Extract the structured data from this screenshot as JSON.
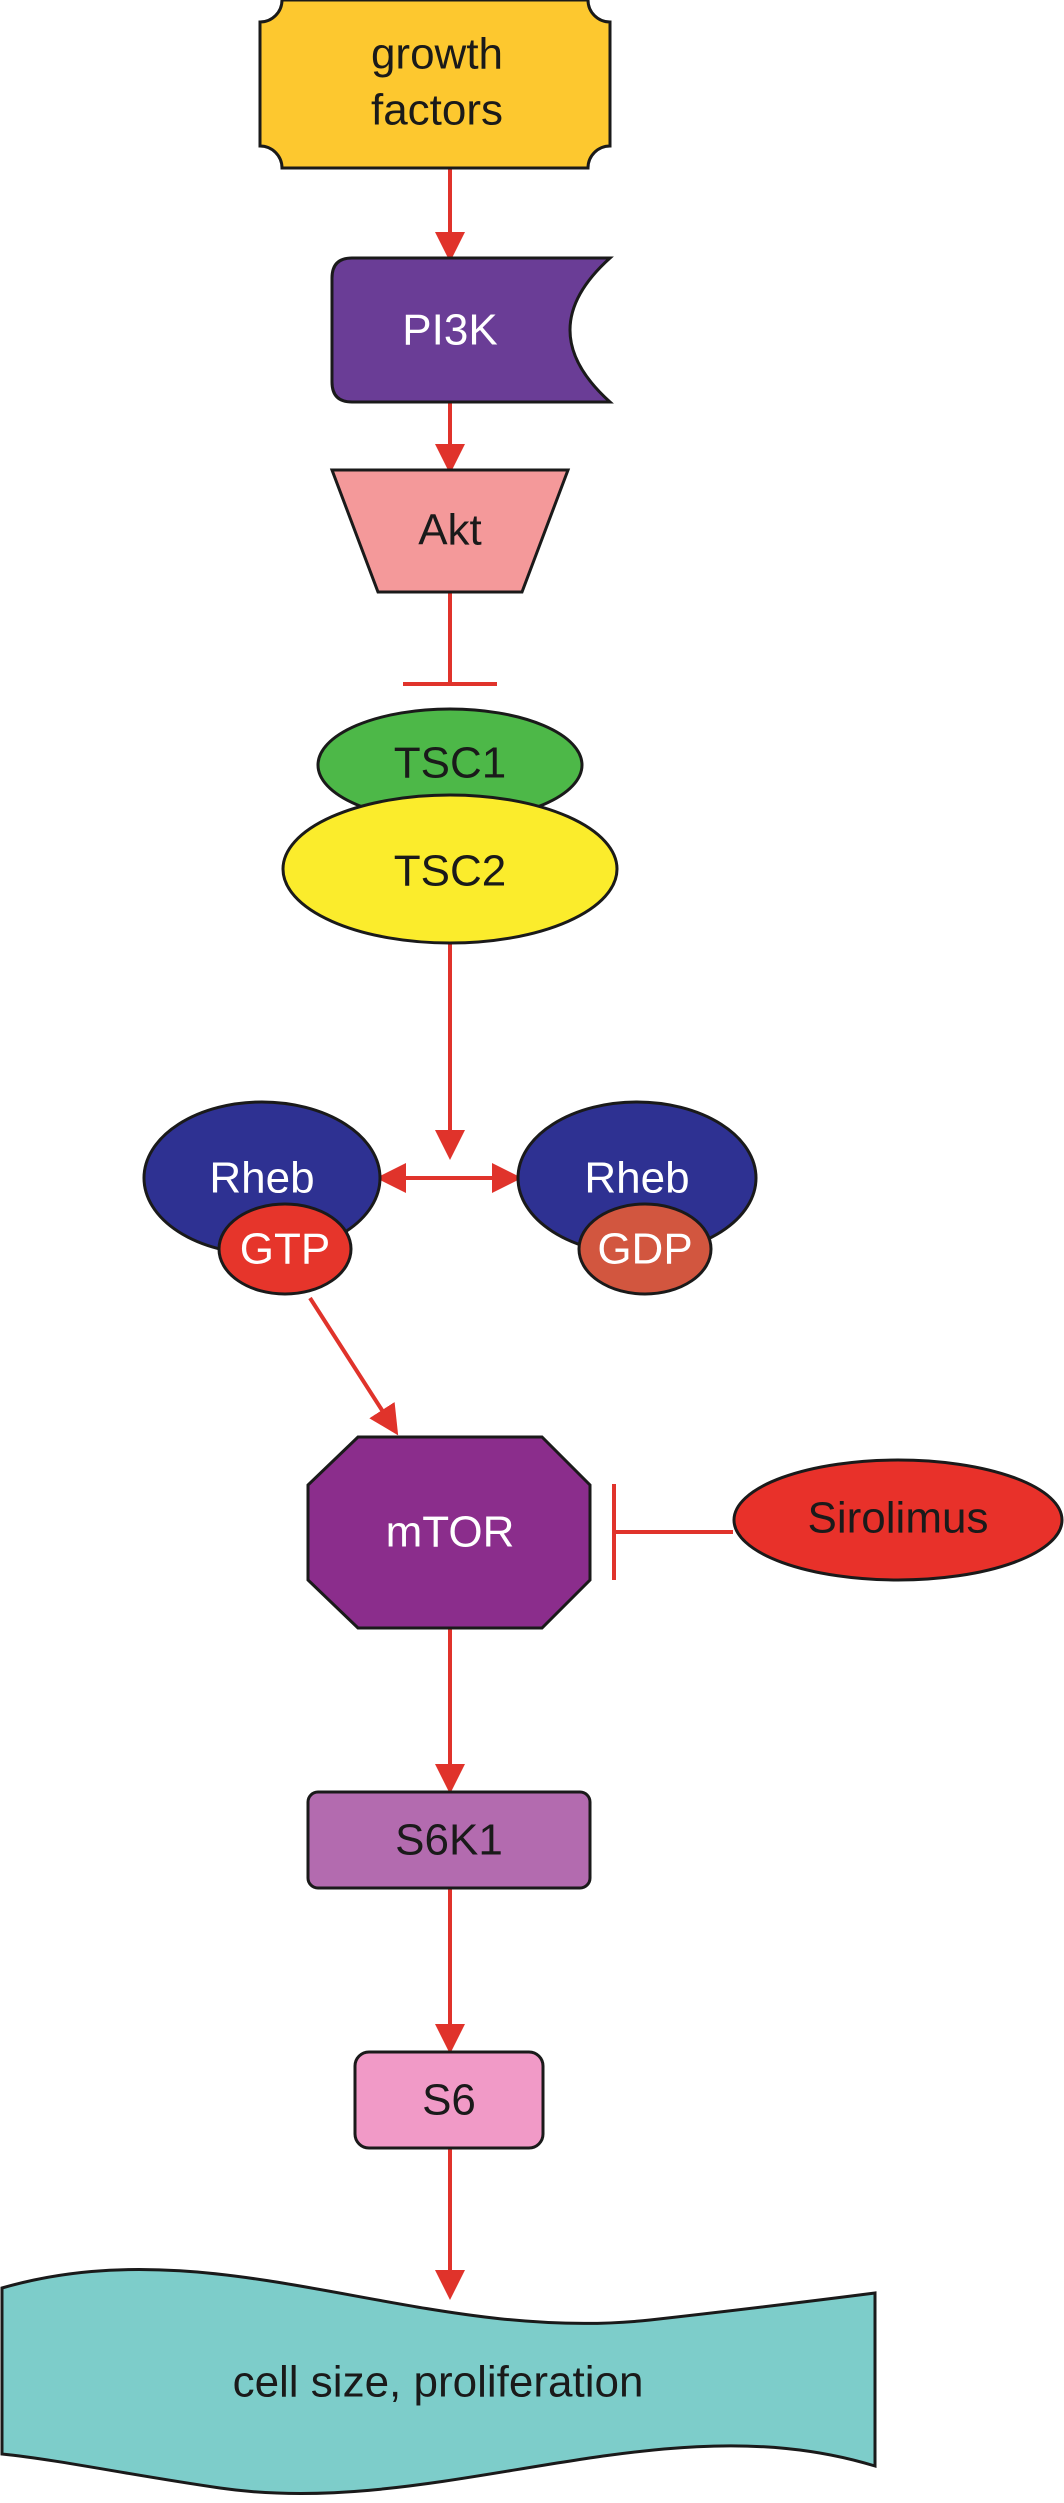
{
  "nodes": {
    "growth_factors": {
      "line1": "growth",
      "line2": "factors",
      "color": "#FDC82F"
    },
    "pi3k": {
      "label": "PI3K",
      "color": "#6A3D96"
    },
    "akt": {
      "label": "Akt",
      "color": "#F4999A"
    },
    "tsc1": {
      "label": "TSC1",
      "color": "#4DB848"
    },
    "tsc2": {
      "label": "TSC2",
      "color": "#FBEC2C"
    },
    "rheb_gtp": {
      "label": "Rheb",
      "sub_label": "GTP",
      "color": "#2E3192",
      "sub_color": "#E6352B"
    },
    "rheb_gdp": {
      "label": "Rheb",
      "sub_label": "GDP",
      "color": "#2E3192",
      "sub_color": "#D2563F"
    },
    "mtor": {
      "label": "mTOR",
      "color": "#8B2D8C"
    },
    "sirolimus": {
      "label": "Sirolimus",
      "color": "#E8312A"
    },
    "s6k1": {
      "label": "S6K1",
      "color": "#B36BAF"
    },
    "s6": {
      "label": "S6",
      "color": "#F19AC7"
    },
    "outcome": {
      "label": "cell size, proliferation",
      "color": "#7DCDCA"
    }
  },
  "colors": {
    "arrow": "#E0332B",
    "outline": "#1a1a1a"
  }
}
